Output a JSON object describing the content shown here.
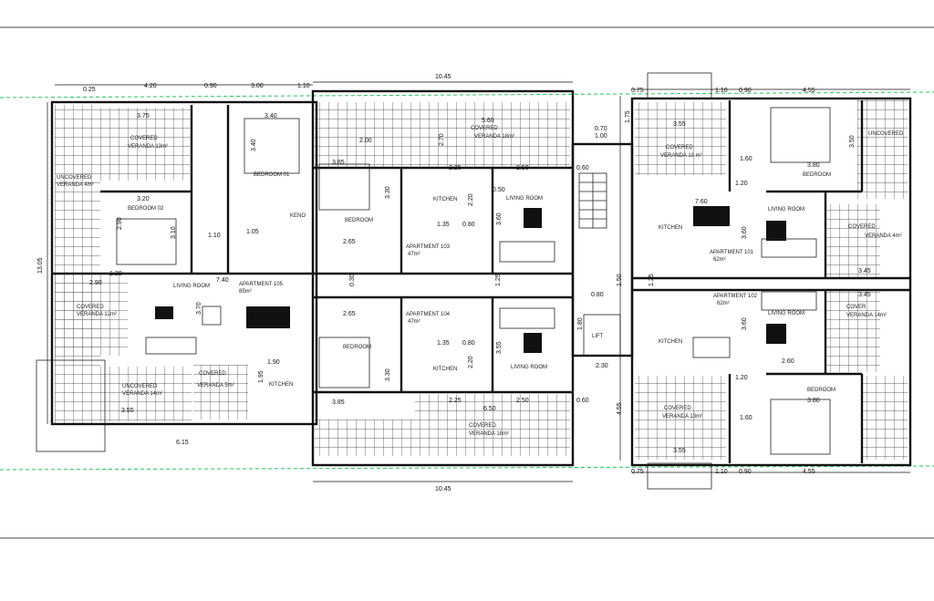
{
  "labels": {
    "covered_veranda": "COVERED",
    "veranda_13_left": "VERANDA 13m²",
    "uncovered_top_left": "UNCOVERED",
    "veranda_left_small": "VERANDA 4m²",
    "bedroom_01": "BEDROOM 01",
    "bedroom_02": "BEDROOM 02",
    "bedroom": "BEDROOM",
    "living_room": "LIVING ROOM",
    "kitchen": "KITCHEN",
    "covered_veranda_12": "VERANDA 12m²",
    "uncovered_veranda_14": "VERANDA 14m²",
    "covered_veranda_5": "VERANDA 5m²",
    "apt_105": "APARTMENT 105",
    "apt_105_area": "85m²",
    "apt_103": "APARTMENT 103",
    "apt_103_area": "47m²",
    "apt_104": "APARTMENT 104",
    "apt_104_area": "47m²",
    "apt_101": "APARTMENT 101",
    "apt_101_area": "62m²",
    "apt_102": "APARTMENT 102",
    "apt_102_area": "62m²",
    "veranda_18_top": "VERANDA 18m²",
    "veranda_18_bottom": "VERANDA 18m²",
    "veranda_13_right_top": "VERANDA 13 m²",
    "veranda_13_right_bottom": "VERANDA 13m²",
    "veranda_14_right": "VERANDA 14m²",
    "veranda_4_right": "VERANDA 4m²",
    "lift": "LIFT",
    "keno": "KENO",
    "uncovered": "UNCOVERED",
    "cover": "COVER"
  },
  "dims": {
    "top_1045": "10.45",
    "bottom_1045": "10.45",
    "d_025": "0.25",
    "d_420": "4.20",
    "d_090": "0.90",
    "d_300": "3.00",
    "d_110": "1.10",
    "d_375": "3.75",
    "d_340": "3.40",
    "d_385": "3.85",
    "d_560": "5.60",
    "d_270": "2.70",
    "d_225": "2.25",
    "d_250": "2.50",
    "d_200": "2.00",
    "d_105": "1.05",
    "d_070": "0.70",
    "d_100": "1.00",
    "d_060": "0.60",
    "d_355": "3.55",
    "d_075": "0.75",
    "d_455": "4.55",
    "d_380": "3.80",
    "d_350": "3.50",
    "d_760": "7.60",
    "d_740": "7.40",
    "d_320": "3.20",
    "d_290": "2.90",
    "d_310": "3.10",
    "d_265": "2.65",
    "d_135": "1.35",
    "d_080": "0.80",
    "d_220": "2.20",
    "d_360": "3.60",
    "d_370": "3.70",
    "d_330": "3.30",
    "d_125": "1.25",
    "d_150": "1.50",
    "d_180": "1.80",
    "d_230": "2.30",
    "d_615": "6.15",
    "d_190": "1.90",
    "d_195": "1.95",
    "d_1305": "13.05",
    "d_345": "3.45",
    "d_260": "2.60",
    "d_120": "1.20",
    "d_160": "1.60",
    "d_175": "1.75",
    "d_050": "0.50",
    "d_030": "0.30",
    "d_650": "6.50"
  }
}
